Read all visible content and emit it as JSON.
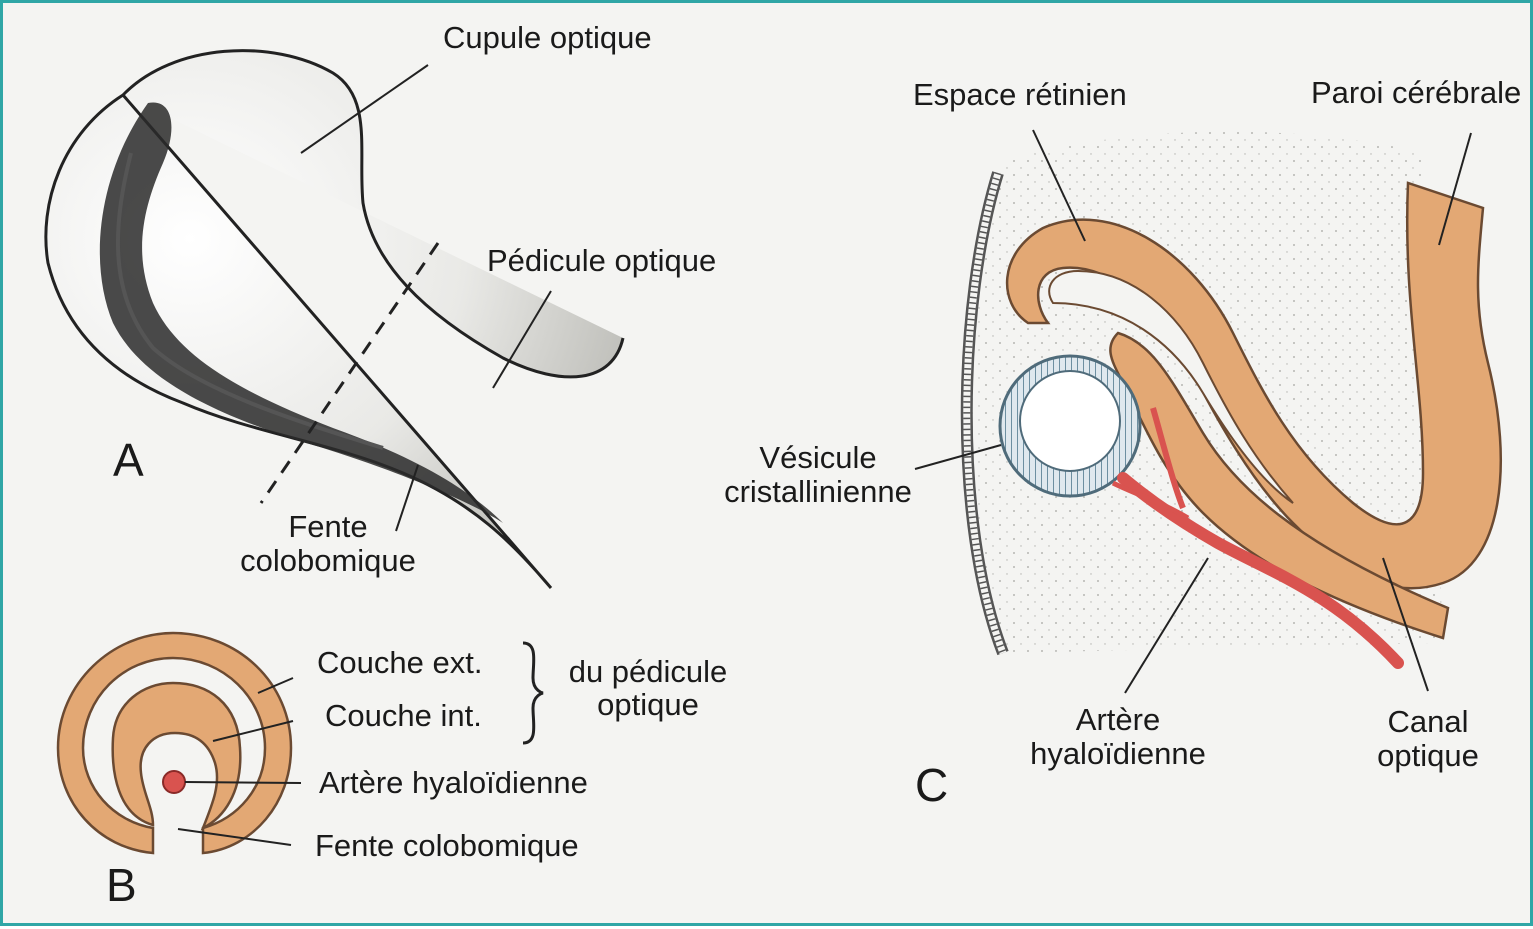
{
  "colors": {
    "frame": "#2fa6a6",
    "tissue": "#e3a874",
    "tissue_outline": "#6b4a32",
    "artery": "#d9534f",
    "lens": "#7fa3b5",
    "paper": "#f4f4f2"
  },
  "panel_a": {
    "letter": "A",
    "cupule_optique": "Cupule optique",
    "pedicule_optique": "Pédicule optique",
    "fente_line1": "Fente",
    "fente_line2": "colobomique"
  },
  "panel_b": {
    "letter": "B",
    "couche_ext": "Couche ext.",
    "couche_int": "Couche int.",
    "du_pedicule_line1": "du pédicule",
    "du_pedicule_line2": "optique",
    "artere_hyaloidienne": "Artère hyaloïdienne",
    "fente_colobomique": "Fente colobomique"
  },
  "panel_c": {
    "letter": "C",
    "espace_retinien": "Espace rétinien",
    "paroi_cerebrale": "Paroi cérébrale",
    "vesicule_line1": "Vésicule",
    "vesicule_line2": "cristallinienne",
    "artere_line1": "Artère",
    "artere_line2": "hyaloïdienne",
    "canal_line1": "Canal",
    "canal_line2": "optique"
  }
}
